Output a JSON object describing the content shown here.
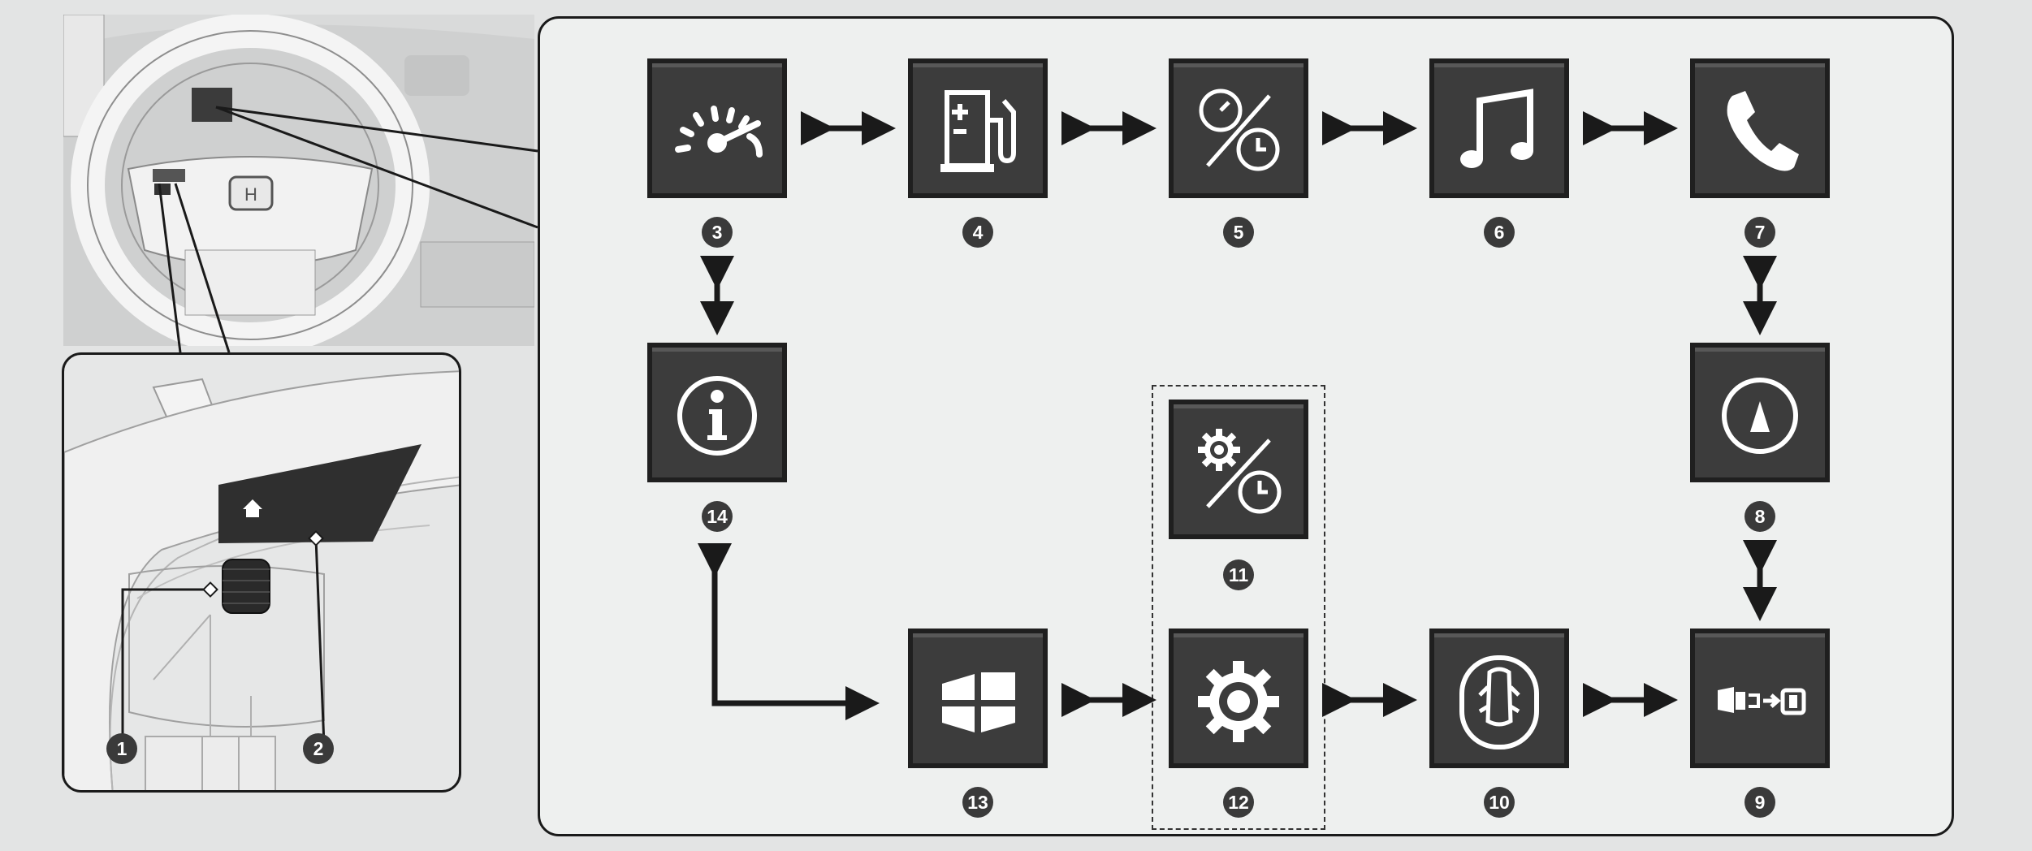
{
  "diagram": {
    "callouts": {
      "c1": "1",
      "c2": "2",
      "c3": "3",
      "c4": "4",
      "c5": "5",
      "c6": "6",
      "c7": "7",
      "c8": "8",
      "c9": "9",
      "c10": "10",
      "c11": "11",
      "c12": "12",
      "c13": "13",
      "c14": "14"
    },
    "tiles": [
      {
        "number": "3",
        "icon": "speedometer-icon"
      },
      {
        "number": "4",
        "icon": "fuel-economy-icon"
      },
      {
        "number": "5",
        "icon": "trip-speed-timer-icon"
      },
      {
        "number": "6",
        "icon": "music-note-icon"
      },
      {
        "number": "7",
        "icon": "phone-icon"
      },
      {
        "number": "8",
        "icon": "navigation-compass-icon"
      },
      {
        "number": "9",
        "icon": "seatbelt-reminder-icon"
      },
      {
        "number": "10",
        "icon": "vehicle-doors-icon"
      },
      {
        "number": "11",
        "icon": "settings-timer-icon"
      },
      {
        "number": "12",
        "icon": "settings-gear-icon"
      },
      {
        "number": "13",
        "icon": "split-screen-icon"
      },
      {
        "number": "14",
        "icon": "info-icon"
      }
    ],
    "colors": {
      "tile_bg": "#3c3c3c",
      "icon": "#ffffff",
      "arrow": "#1a1a1a",
      "badge": "#3a3a3a"
    }
  }
}
